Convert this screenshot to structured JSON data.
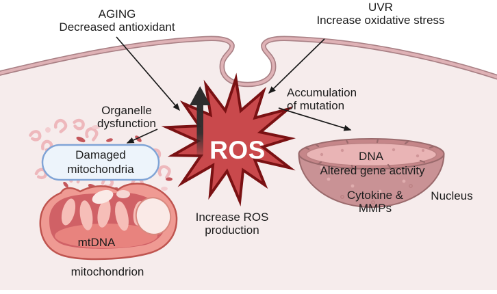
{
  "labels": {
    "aging": {
      "line1": "AGING",
      "line2": "Decreased antioxidant"
    },
    "uvr": {
      "line1": "UVR",
      "line2": "Increase oxidative stress"
    },
    "organelle": {
      "line1": "Organelle",
      "line2": "dysfunction"
    },
    "accumulation": {
      "line1": "Accumulation",
      "line2": "of mutation"
    },
    "damaged": {
      "line1": "Damaged",
      "line2": "mitochondria"
    },
    "ros": "ROS",
    "ros_production": {
      "line1": "Increase ROS",
      "line2": "production"
    },
    "mtdna": "mtDNA",
    "mitochondrion": "mitochondrion",
    "dna": "DNA",
    "altered": "Altered gene activity",
    "cytokine": {
      "line1": "Cytokine &",
      "line2": "MMPs"
    },
    "nucleus": "Nucleus"
  },
  "colors": {
    "cell_interior": "#f6ecec",
    "membrane_edge": "#a98085",
    "membrane_band": "#dfb2b6",
    "ros_fill": "#c9494c",
    "ros_stroke": "#7a1113",
    "black_arrow": "#2d2d2d",
    "thin_arrow": "#1a1a1a",
    "capsule_fill": "#edf4fb",
    "capsule_stroke": "#80a4d6",
    "nucleus_body": "#c99295",
    "nucleus_rim": "#c58689",
    "nucleus_inner": "#e9b4b5",
    "mito_outer": "#ef9a93",
    "mito_outline": "#bf544f",
    "mito_inner": "#d06166",
    "text": "#1c1c1c",
    "ros_text": "#ffffff"
  }
}
